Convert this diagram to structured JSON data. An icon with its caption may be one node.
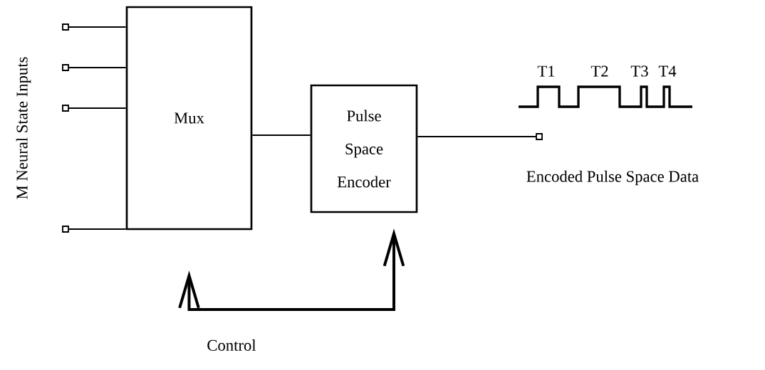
{
  "diagram": {
    "nodes": [
      {
        "text": [
          "Mux"
        ]
      },
      {
        "text": [
          "Pulse Space Encoder"
        ]
      },
      {
        "text": [],
        "shape": "box"
      },
      {
        "text": [],
        "shape": "box"
      },
      {
        "text": [],
        "shape": "box"
      },
      {
        "text": [],
        "shape": "box"
      },
      {
        "text": [],
        "shape": "box"
      }
    ],
    "edges": [
      {
        "from": 2,
        "to": 0,
        "arrow": "none"
      },
      {
        "from": 3,
        "to": 0,
        "arrow": "none"
      },
      {
        "from": 4,
        "to": 0,
        "arrow": "none"
      },
      {
        "from": 5,
        "to": 0,
        "arrow": "none"
      },
      {
        "from": 0,
        "to": 1,
        "arrow": "none"
      },
      {
        "from": 1,
        "to": 6,
        "arrow": "none"
      },
      {
        "from": 0,
        "to": 1,
        "arrow": "both",
        "label": "Control",
        "style": "thick"
      }
    ],
    "labels": [
      "M Neural State Inputs",
      "T1",
      "T2",
      "T3",
      "T4",
      "Encoded Pulse Space Data"
    ]
  }
}
